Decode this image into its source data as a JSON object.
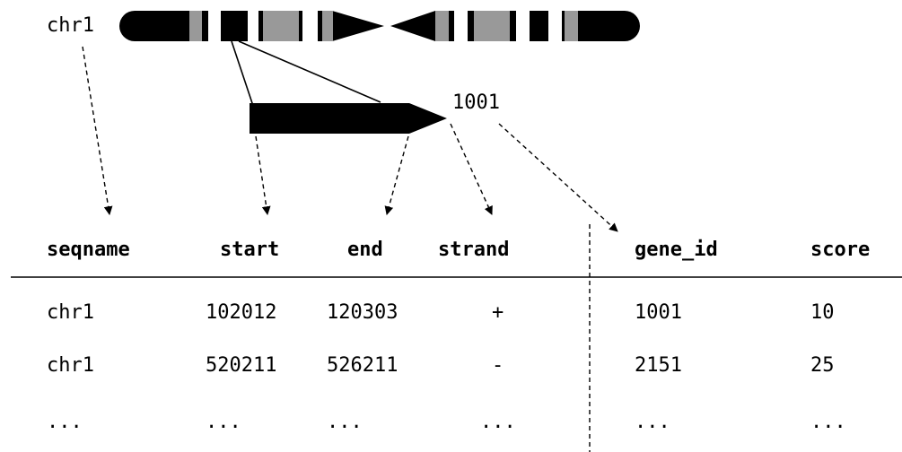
{
  "diagram": {
    "chromosome_label": "chr1",
    "gene_id_label": "1001",
    "colors": {
      "black": "#000000",
      "gray": "#999999",
      "white": "#ffffff"
    }
  },
  "table": {
    "headers": [
      "seqname",
      "start",
      "end",
      "strand",
      "gene_id",
      "score"
    ],
    "rows": [
      [
        "chr1",
        "102012",
        "120303",
        "+",
        "1001",
        "10"
      ],
      [
        "chr1",
        "520211",
        "526211",
        "-",
        "2151",
        "25"
      ],
      [
        "...",
        "...",
        "...",
        "...",
        "...",
        "..."
      ]
    ]
  }
}
